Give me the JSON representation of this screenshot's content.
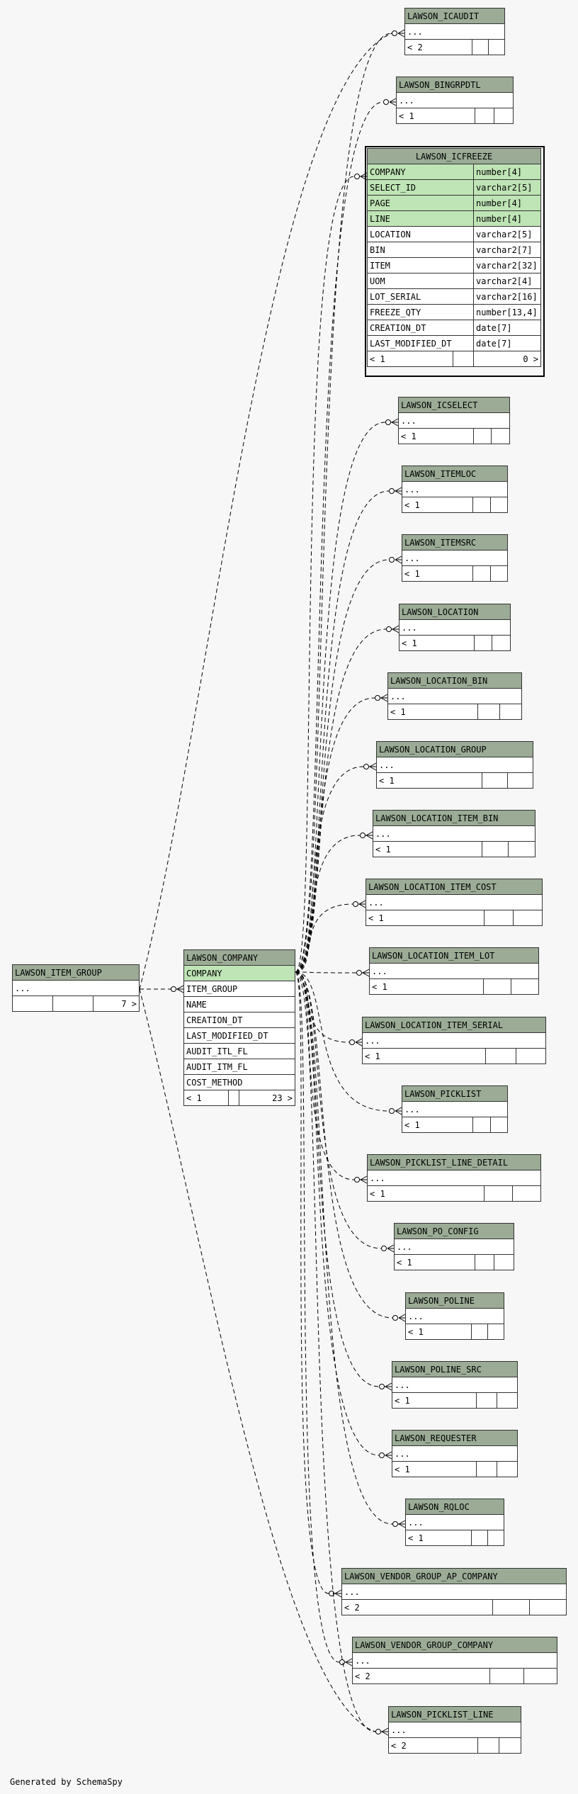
{
  "footer": "Generated by SchemaSpy",
  "colors": {
    "header": "#9bab96",
    "key_row": "#bfe4b5",
    "line": "#000000"
  },
  "item_group": {
    "name": "LAWSON_ITEM_GROUP",
    "ellipsis": "...",
    "nav_right": "7 >"
  },
  "company": {
    "name": "LAWSON_COMPANY",
    "columns": [
      "COMPANY",
      "ITEM_GROUP",
      "NAME",
      "CREATION_DT",
      "LAST_MODIFIED_DT",
      "AUDIT_ITL_FL",
      "AUDIT_ITM_FL",
      "COST_METHOD"
    ],
    "nav_left": "< 1",
    "nav_right": "23 >"
  },
  "icfreeze": {
    "name": "LAWSON_ICFREEZE",
    "rows": [
      {
        "col": "COMPANY",
        "type": "number[4]"
      },
      {
        "col": "SELECT_ID",
        "type": "varchar2[5]"
      },
      {
        "col": "PAGE",
        "type": "number[4]"
      },
      {
        "col": "LINE",
        "type": "number[4]"
      },
      {
        "col": "LOCATION",
        "type": "varchar2[5]"
      },
      {
        "col": "BIN",
        "type": "varchar2[7]"
      },
      {
        "col": "ITEM",
        "type": "varchar2[32]"
      },
      {
        "col": "UOM",
        "type": "varchar2[4]"
      },
      {
        "col": "LOT_SERIAL",
        "type": "varchar2[16]"
      },
      {
        "col": "FREEZE_QTY",
        "type": "number[13,4]"
      },
      {
        "col": "CREATION_DT",
        "type": "date[7]"
      },
      {
        "col": "LAST_MODIFIED_DT",
        "type": "date[7]"
      }
    ],
    "nav_left": "< 1",
    "nav_right": "0 >"
  },
  "small_tables": [
    {
      "name": "LAWSON_ICAUDIT",
      "ellipsis": "...",
      "nav": "< 2"
    },
    {
      "name": "LAWSON_BINGRPDTL",
      "ellipsis": "...",
      "nav": "< 1"
    },
    {
      "name": "LAWSON_ICSELECT",
      "ellipsis": "...",
      "nav": "< 1"
    },
    {
      "name": "LAWSON_ITEMLOC",
      "ellipsis": "...",
      "nav": "< 1"
    },
    {
      "name": "LAWSON_ITEMSRC",
      "ellipsis": "...",
      "nav": "< 1"
    },
    {
      "name": "LAWSON_LOCATION",
      "ellipsis": "...",
      "nav": "< 1"
    },
    {
      "name": "LAWSON_LOCATION_BIN",
      "ellipsis": "...",
      "nav": "< 1"
    },
    {
      "name": "LAWSON_LOCATION_GROUP",
      "ellipsis": "...",
      "nav": "< 1"
    },
    {
      "name": "LAWSON_LOCATION_ITEM_BIN",
      "ellipsis": "...",
      "nav": "< 1"
    },
    {
      "name": "LAWSON_LOCATION_ITEM_COST",
      "ellipsis": "...",
      "nav": "< 1"
    },
    {
      "name": "LAWSON_LOCATION_ITEM_LOT",
      "ellipsis": "...",
      "nav": "< 1"
    },
    {
      "name": "LAWSON_LOCATION_ITEM_SERIAL",
      "ellipsis": "...",
      "nav": "< 1"
    },
    {
      "name": "LAWSON_PICKLIST",
      "ellipsis": "...",
      "nav": "< 1"
    },
    {
      "name": "LAWSON_PICKLIST_LINE_DETAIL",
      "ellipsis": "...",
      "nav": "< 1"
    },
    {
      "name": "LAWSON_PO_CONFIG",
      "ellipsis": "...",
      "nav": "< 1"
    },
    {
      "name": "LAWSON_POLINE",
      "ellipsis": "...",
      "nav": "< 1"
    },
    {
      "name": "LAWSON_POLINE_SRC",
      "ellipsis": "...",
      "nav": "< 1"
    },
    {
      "name": "LAWSON_REQUESTER",
      "ellipsis": "...",
      "nav": "< 1"
    },
    {
      "name": "LAWSON_RQLOC",
      "ellipsis": "...",
      "nav": "< 1"
    },
    {
      "name": "LAWSON_VENDOR_GROUP_AP_COMPANY",
      "ellipsis": "...",
      "nav": "< 2"
    },
    {
      "name": "LAWSON_VENDOR_GROUP_COMPANY",
      "ellipsis": "...",
      "nav": "< 2"
    },
    {
      "name": "LAWSON_PICKLIST_LINE",
      "ellipsis": "...",
      "nav": "< 2"
    }
  ]
}
